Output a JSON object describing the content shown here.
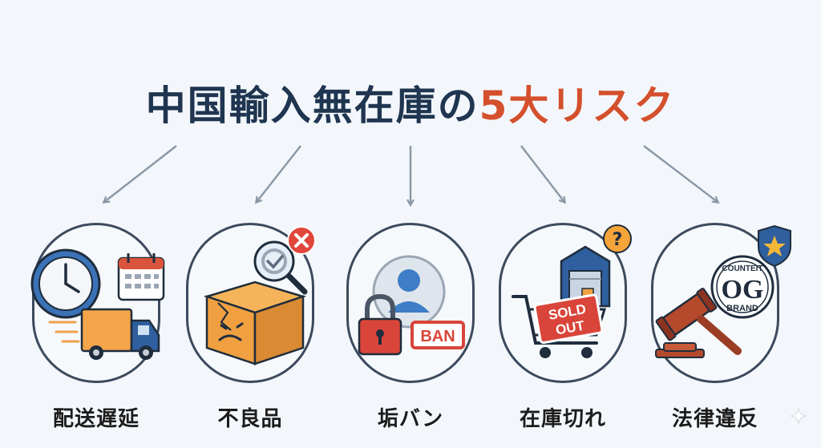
{
  "title": {
    "main": "中国輸入無在庫の",
    "accent": "5大リスク"
  },
  "risks": [
    {
      "label": "配送遅延",
      "icon": "clock-calendar-truck-icon"
    },
    {
      "label": "不良品",
      "icon": "damaged-box-magnifier-icon"
    },
    {
      "label": "垢バン",
      "icon": "user-lock-ban-icon",
      "badge": "BAN"
    },
    {
      "label": "在庫切れ",
      "icon": "warehouse-cart-soldout-icon",
      "badge_line1": "SOLD",
      "badge_line2": "OUT"
    },
    {
      "label": "法律違反",
      "icon": "gavel-counterfeit-brand-icon",
      "seal_top": "COUNTEIT",
      "seal_logo": "OG",
      "seal_bottom": "BRAND"
    }
  ],
  "colors": {
    "title": "#1f3550",
    "accent": "#d4502c",
    "arrow": "#8a97a6",
    "circle_border": "#3c4a5c"
  }
}
